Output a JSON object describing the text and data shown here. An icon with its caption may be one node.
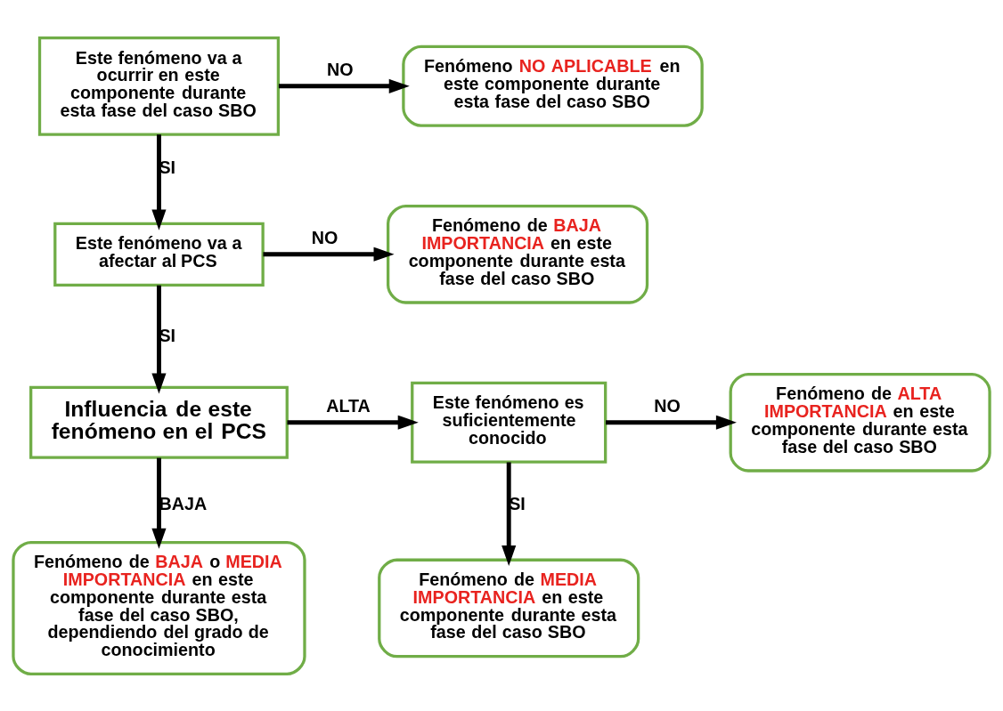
{
  "diagram": {
    "nodes": [
      {
        "text": [
          "Este fenómeno va a ocurrir en este componente durante esta fase del caso SBO"
        ]
      },
      {
        "text": [
          "Fenómeno **NO APLICABLE** en este componente durante esta fase del caso SBO"
        ]
      },
      {
        "text": [
          "Este fenómeno va a afectar al PCS"
        ]
      },
      {
        "text": [
          "Fenómeno de **BAJA IMPORTANCIA** en este componente durante esta fase del caso SBO"
        ]
      },
      {
        "text": [
          "Influencia de este fenómeno en el PCS"
        ]
      },
      {
        "text": [
          "Este fenómeno es suficientemente conocido"
        ]
      },
      {
        "text": [
          "Fenómeno de **ALTA IMPORTANCIA** en este componente durante esta fase del caso SBO"
        ]
      },
      {
        "text": [
          "Fenómeno de **BAJA** o **MEDIA IMPORTANCIA** en este componente durante esta fase del caso SBO, dependiendo del grado de conocimiento"
        ]
      },
      {
        "text": [
          "Fenómeno de **MEDIA IMPORTANCIA** en este componente durante esta fase del caso SBO"
        ]
      }
    ],
    "edges": [
      {
        "from": 0,
        "to": 1,
        "arrow": "to",
        "label": "NO"
      },
      {
        "from": 0,
        "to": 2,
        "arrow": "to",
        "label": "SI"
      },
      {
        "from": 2,
        "to": 3,
        "arrow": "to",
        "label": "NO"
      },
      {
        "from": 2,
        "to": 4,
        "arrow": "to",
        "label": "SI"
      },
      {
        "from": 4,
        "to": 5,
        "arrow": "to",
        "label": "ALTA"
      },
      {
        "from": 4,
        "to": 7,
        "arrow": "to",
        "label": "BAJA"
      },
      {
        "from": 5,
        "to": 6,
        "arrow": "to",
        "label": "NO"
      },
      {
        "from": 5,
        "to": 8,
        "arrow": "to",
        "label": "SI"
      }
    ]
  }
}
